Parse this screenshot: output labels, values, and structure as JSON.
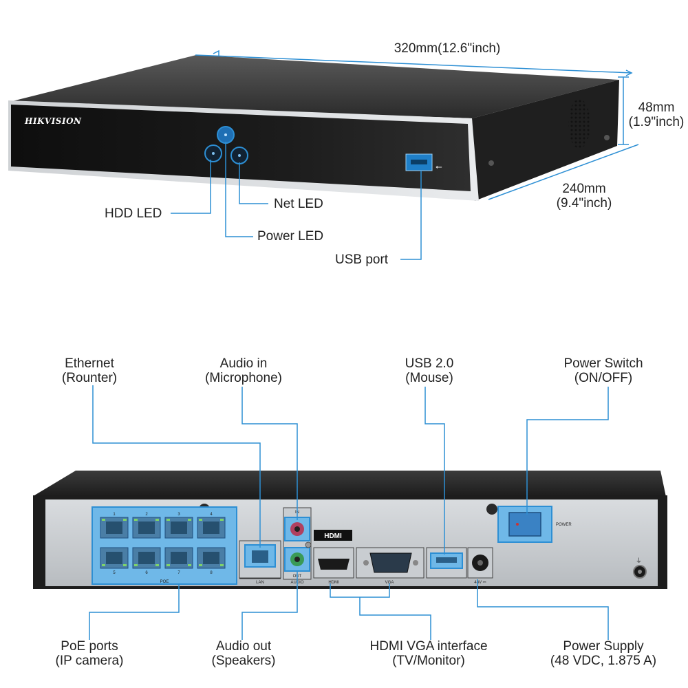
{
  "front": {
    "brand": "HIKVISION",
    "dim_width": "320mm(12.6\"inch)",
    "dim_height": [
      "48mm",
      "(1.9\"inch)"
    ],
    "dim_depth": [
      "240mm",
      "(9.4\"inch)"
    ],
    "labels": {
      "hdd_led": "HDD LED",
      "net_led": "Net LED",
      "power_led": "Power LED",
      "usb_port": "USB port"
    }
  },
  "rear": {
    "panel_text": {
      "poe": "POE",
      "lan": "LAN",
      "audio": "AUDIO",
      "audio_in": "IN",
      "audio_out": "OUT",
      "hdmi": "HDMI",
      "vga": "VGA",
      "power": "POWER",
      "dc": "48V ⎓",
      "port_numbers": [
        "1",
        "2",
        "3",
        "4",
        "5",
        "6",
        "7",
        "8"
      ]
    },
    "callouts": {
      "ethernet": [
        "Ethernet",
        "(Rounter)"
      ],
      "audio_in": [
        "Audio in",
        "(Microphone)"
      ],
      "usb": [
        "USB 2.0",
        "(Mouse)"
      ],
      "power_switch": [
        "Power Switch",
        "(ON/OFF)"
      ],
      "poe_ports": [
        "PoE ports",
        "(IP camera)"
      ],
      "audio_out": [
        "Audio out",
        "(Speakers)"
      ],
      "hdmi_vga": [
        "HDMI VGA interface",
        "(TV/Monitor)"
      ],
      "power_supply": [
        "Power Supply",
        "(48 VDC, 1.875 A)"
      ]
    }
  },
  "colors": {
    "accent": "#2d8fd4",
    "highlight_fill": "#6fb8e8",
    "body_dark": "#2b2b2b",
    "panel_silver": "#cfd3d6"
  }
}
